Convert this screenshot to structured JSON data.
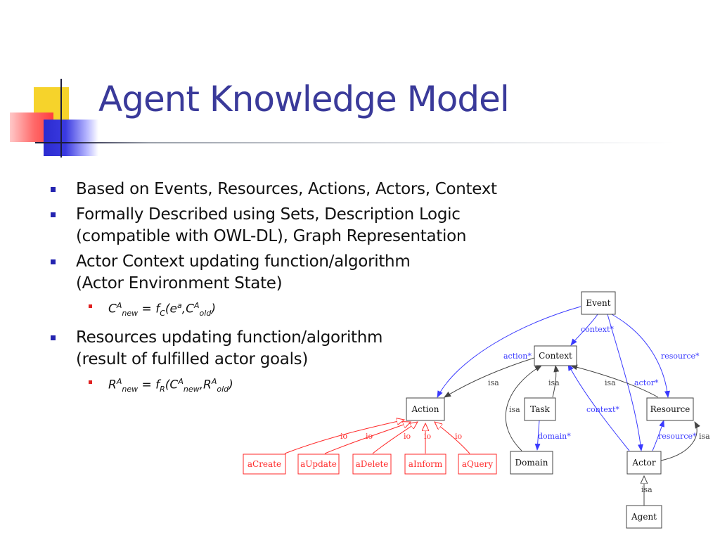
{
  "slide": {
    "title": "Agent Knowledge Model",
    "bullets": [
      {
        "lines": [
          "Based on Events, Resources, Actions, Actors, Context"
        ]
      },
      {
        "lines": [
          "Formally Described using Sets, Description Logic",
          "(compatible with OWL-DL), Graph Representation"
        ]
      },
      {
        "lines": [
          "Actor Context updating function/algorithm",
          "(Actor Environment State)"
        ],
        "sub": {
          "main": "C",
          "sup1": "A",
          "sub1": "new",
          "mid": " = f",
          "sub2": "C",
          "open": "(e",
          "sup2": "a",
          "comma": ",C",
          "sup3": "A",
          "sub3": "old",
          "close": ")"
        }
      },
      {
        "lines": [
          "Resources updating function/algorithm",
          "(result of fulfilled actor goals)"
        ],
        "sub": {
          "main": "R",
          "sup1": "A",
          "sub1": "new",
          "mid": " = f",
          "sub2": "R",
          "open": "(C",
          "sup2": "A",
          "sub2b": "new",
          "comma": ",R",
          "sup3": "A",
          "sub3": "old",
          "close": ")"
        }
      }
    ]
  },
  "diagram": {
    "nodes": {
      "event": "Event",
      "context": "Context",
      "action": "Action",
      "task": "Task",
      "resource": "Resource",
      "domain": "Domain",
      "actor": "Actor",
      "agent": "Agent",
      "acreate": "aCreate",
      "aupdate": "aUpdate",
      "adelete": "aDelete",
      "ainform": "aInform",
      "aquery": "aQuery"
    },
    "edge_labels": {
      "context_star": "context*",
      "action_star": "action*",
      "resource_star": "resource*",
      "actor_star": "actor*",
      "context_star2": "context*",
      "domain_star": "domain*",
      "resource_star2": "resource*",
      "isa_action": "isa",
      "isa_task": "isa",
      "isa_resource": "isa",
      "isa_domain": "isa",
      "isa_actor_self": "isa",
      "isa_agent": "isa",
      "io": "io"
    },
    "colors": {
      "black": "#444444",
      "blue": "#3a3aff",
      "red": "#ff2a2a"
    }
  }
}
